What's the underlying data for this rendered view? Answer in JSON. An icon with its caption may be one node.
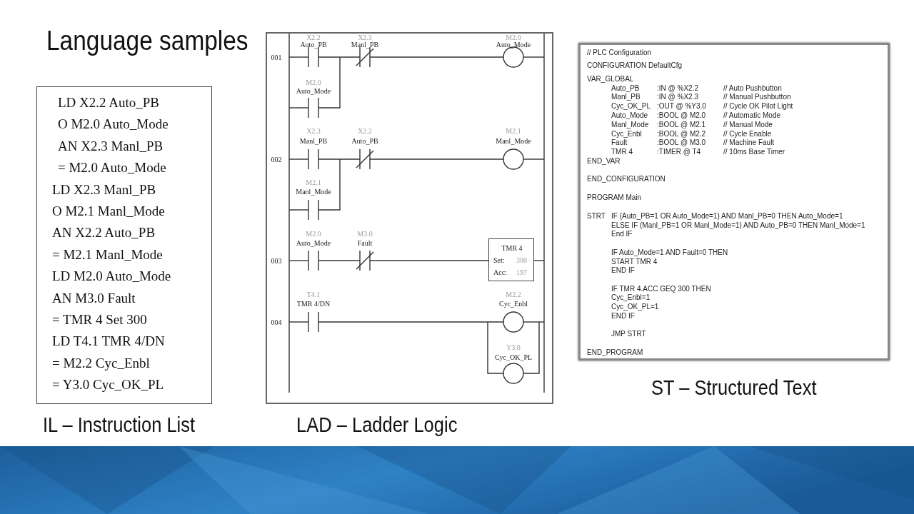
{
  "diagram": {
    "title": "Language samples",
    "nodes": [
      {
        "text": [
          "LD X2.2 Auto_PB",
          "O M2.0 Auto_Mode",
          "AN X2.3 Manl_PB",
          "= M2.0 Auto_Mode",
          "LD X2.3 Manl_PB",
          "O M2.1 Manl_Mode",
          "AN X2.2 Auto_PB",
          "= M2.1 Manl_Mode",
          "LD M2.0 Auto_Mode",
          "AN M3.0 Fault",
          "= TMR 4 Set 300",
          "LD T4.1 TMR 4/DN",
          "= M2.2 Cyc_Enbl",
          "= Y3.0 Cyc_OK_PL"
        ],
        "beside": [
          "IL – Instruction List"
        ]
      },
      {
        "text": [
          "X2.2",
          "Auto_PB",
          "X2.3",
          "Manl_PB",
          "M2.0",
          "Auto_Mode",
          "001",
          "M2.0",
          "Auto_Mode",
          "X2.3",
          "Manl_PB",
          "X2.2",
          "Auto_PB",
          "M2.1",
          "Manl_Mode",
          "002",
          "M2.1",
          "Manl_Mode",
          "M2.0",
          "Auto_Mode",
          "M3.0",
          "Fault",
          "003",
          "T4.1",
          "TMR 4/DN",
          "M2.2",
          "Cyc_Enbl",
          "004",
          "Y3.0",
          "Cyc_OK_PL"
        ],
        "beside": [
          "LAD – Ladder Logic"
        ]
      },
      {
        "text": [
          "TMR 4",
          "Set:",
          "300",
          "Acc:",
          "197"
        ],
        "in": 1
      },
      {
        "text": [
          "// PLC Configuration",
          "CONFIGURATION DefaultCfg",
          "VAR_GLOBAL",
          "Auto_PB",
          ":IN @ %X2.2",
          "// Auto Pushbutton",
          "Manl_PB",
          ":IN @ %X2.3",
          "// Manual Pushbutton",
          "Cyc_OK_PL",
          ":OUT @ %Y3.0",
          "// Cycle OK Pilot Light",
          "Auto_Mode",
          ":BOOL @ M2.0",
          "// Automatic Mode",
          "Manl_Mode",
          ":BOOL @ M2.1",
          "// Manual Mode",
          "Cyc_Enbl",
          ":BOOL @ M2.2",
          "// Cycle Enable",
          "Fault",
          ":BOOL @ M3.0",
          "// Machine Fault",
          "TMR 4",
          ":TIMER @ T4",
          "// 10ms Base Timer",
          "END_VAR",
          "END_CONFIGURATION",
          "PROGRAM Main",
          "STRT",
          "IF (Auto_PB=1 OR Auto_Mode=1) AND Manl_PB=0 THEN Auto_Mode=1",
          "ELSE IF (Manl_PB=1 OR Manl_Mode=1) AND Auto_PB=0 THEN Manl_Mode=1",
          "End IF",
          "IF Auto_Mode=1 AND Fault=0 THEN",
          "START TMR 4",
          "END IF",
          "IF TMR 4.ACC GEQ 300 THEN",
          "Cyc_Enbl=1",
          "Cyc_OK_PL=1",
          "END IF",
          "JMP STRT",
          "END_PROGRAM"
        ],
        "beside": [
          "ST – Structured Text"
        ]
      }
    ]
  }
}
